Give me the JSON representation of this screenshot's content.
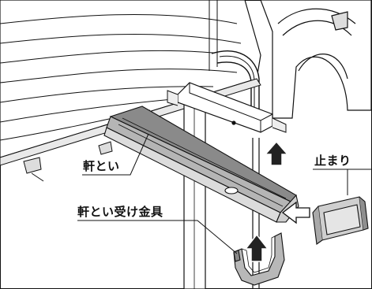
{
  "labels": {
    "gutter": "軒とい",
    "gutter_bracket": "軒とい受け金具",
    "stopper": "止まり"
  },
  "icons": [
    "up-arrow-icon",
    "up-arrow-icon",
    "left-arrow-icon"
  ],
  "colors": {
    "line": "#111111",
    "roof_fill": "#ffffff",
    "gutter_dark": "#8a8a8a",
    "gutter_mid": "#b5b5b5",
    "gutter_light": "#dcdcdc",
    "arrow": "#222222",
    "arrow_outline": "#ffffff"
  }
}
